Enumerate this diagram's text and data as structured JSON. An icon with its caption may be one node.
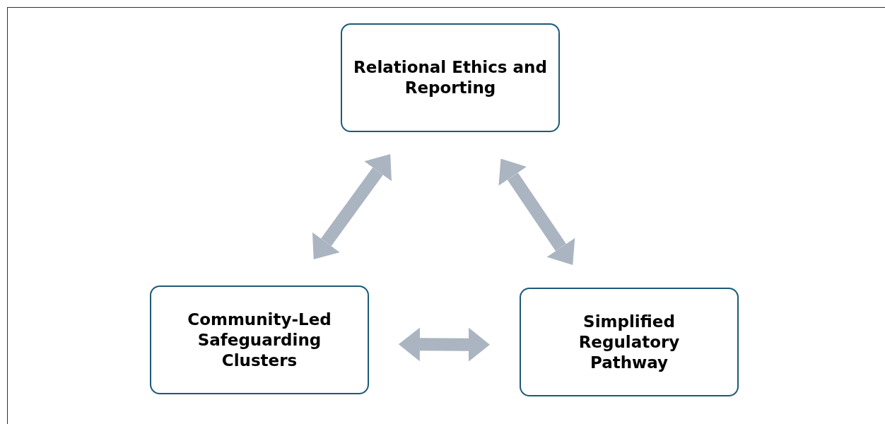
{
  "diagram": {
    "nodes": [
      {
        "text": [
          "Relational Ethics and Reporting"
        ]
      },
      {
        "text": [
          "Community-Led Safeguarding Clusters"
        ]
      },
      {
        "text": [
          "Simplified Regulatory Pathway"
        ]
      }
    ],
    "edges": [
      {
        "from": 0,
        "to": 1,
        "arrow": "both"
      },
      {
        "from": 0,
        "to": 2,
        "arrow": "both"
      },
      {
        "from": 1,
        "to": 2,
        "arrow": "both"
      }
    ]
  }
}
